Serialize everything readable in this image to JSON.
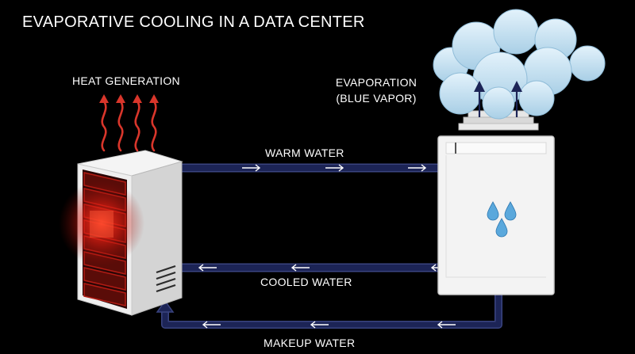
{
  "title": "EVAPORATIVE COOLING IN A DATA CENTER",
  "labels": {
    "heat_generation": "HEAT GENERATION",
    "evaporation_line1": "EVAPORATION",
    "evaporation_line2": "(BLUE VAPOR)",
    "warm_water": "WARM WATER",
    "cooled_water": "COOLED WATER",
    "makeup_water": "MAKEUP WATER"
  },
  "colors": {
    "background": "#000000",
    "pipe": "#1c2456",
    "pipe_edge": "#3a4480",
    "heat": "#d9362b",
    "server_glow": "#ff2a1a",
    "cloud": "#c9e3f2",
    "droplet": "#5aa8dc",
    "tower": "#f3f3f3"
  }
}
